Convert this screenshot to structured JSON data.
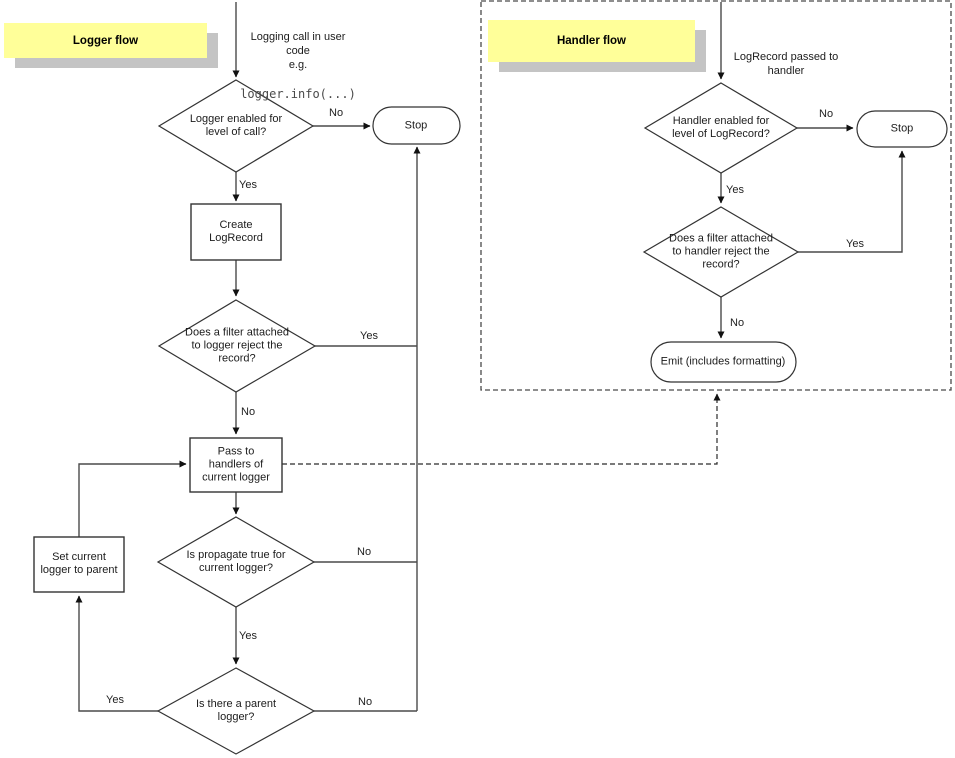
{
  "panels": {
    "logger": {
      "title": "Logger flow"
    },
    "handler": {
      "title": "Handler flow"
    }
  },
  "start": {
    "caption": "Logging call in user\ncode",
    "eg": "e.g.",
    "code": "logger.info(...)"
  },
  "nodes": {
    "logger_enabled": {
      "label": "Logger enabled for\nlevel of call?"
    },
    "stop_logger": {
      "label": "Stop"
    },
    "create_logrecord": {
      "label": "Create\nLogRecord"
    },
    "logger_filter": {
      "label": "Does a filter attached\nto logger reject the\nrecord?"
    },
    "pass_to_handlers": {
      "label": "Pass to\nhandlers of\ncurrent logger"
    },
    "propagate": {
      "label": "Is propagate true for\ncurrent logger?"
    },
    "set_current_logger": {
      "label": "Set current\nlogger to parent"
    },
    "parent_logger": {
      "label": "Is there a parent\nlogger?"
    },
    "handler_start": {
      "label": "LogRecord passed to\nhandler"
    },
    "handler_enabled": {
      "label": "Handler enabled for\nlevel of LogRecord?"
    },
    "stop_handler": {
      "label": "Stop"
    },
    "handler_filter": {
      "label": "Does a filter attached\nto handler reject the\nrecord?"
    },
    "emit": {
      "label": "Emit (includes formatting)"
    }
  },
  "edge_labels": {
    "logger_enabled_no": "No",
    "logger_enabled_yes": "Yes",
    "logger_filter_yes": "Yes",
    "logger_filter_no": "No",
    "propagate_no": "No",
    "propagate_yes": "Yes",
    "parent_no": "No",
    "parent_yes": "Yes",
    "handler_enabled_no": "No",
    "handler_enabled_yes": "Yes",
    "handler_filter_yes": "Yes",
    "handler_filter_no": "No"
  },
  "colors": {
    "sticky_note": "#ffff99",
    "sticky_shadow": "#c4c4c4",
    "connector": "#4a4a4a",
    "shape_outline": "#333333",
    "background": "#ffffff"
  }
}
